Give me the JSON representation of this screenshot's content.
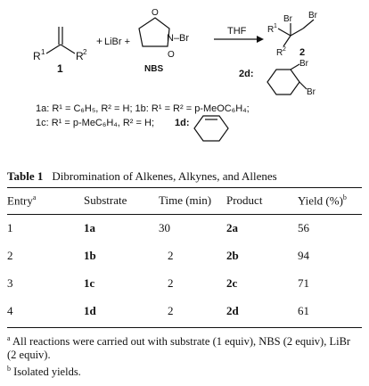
{
  "scheme": {
    "compound_1": "1",
    "plus_sign": "+",
    "reagent_libr": "LiBr +",
    "nbs_label": "NBS",
    "nbs_n_br": "N–Br",
    "arrow_label": "THF",
    "product_number": "2",
    "product_2d_label": "2d:",
    "br_label": "Br",
    "r1_label": "R",
    "r2_label": "R",
    "definitions_line1": "1a: R¹ = C₆H₅, R² = H; 1b: R¹ = R² = p-MeOC₆H₄;",
    "definitions_line2": "1c: R¹ = p-MeC₆H₄, R² = H;",
    "definition_1d": "1d:"
  },
  "caption": {
    "label": "Table 1",
    "text": "Dibromination of Alkenes, Alkynes, and Allenes"
  },
  "table": {
    "headers": [
      "Entry",
      "Substrate",
      "Time (min)",
      "Product",
      "Yield (%)"
    ],
    "rows": [
      [
        "1",
        "1a",
        "30",
        "2a",
        "56"
      ],
      [
        "2",
        "1b",
        "2",
        "2b",
        "94"
      ],
      [
        "3",
        "1c",
        "2",
        "2c",
        "71"
      ],
      [
        "4",
        "1d",
        "2",
        "2d",
        "61"
      ]
    ]
  },
  "footnotes": {
    "a_mark": "a",
    "b_mark": "b",
    "a_text": "All reactions were carried out with substrate (1 equiv), NBS (2 equiv), LiBr (2 equiv).",
    "b_text": "Isolated yields."
  }
}
